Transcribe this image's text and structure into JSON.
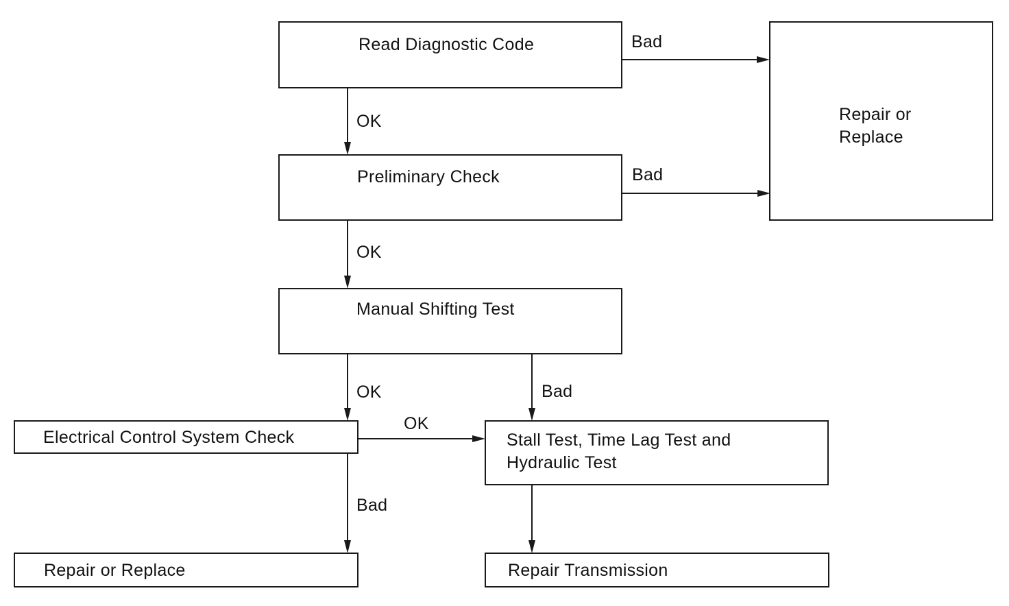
{
  "nodes": {
    "read_code": "Read Diagnostic Code",
    "repair_replace_top": "Repair or\nReplace",
    "preliminary": "Preliminary Check",
    "manual_shift": "Manual Shifting Test",
    "electrical": "Electrical Control System Check",
    "stall": "Stall Test, Time Lag Test and\nHydraulic Test",
    "repair_replace_bottom": "Repair or Replace",
    "repair_transmission": "Repair Transmission"
  },
  "edges": {
    "read_bad": "Bad",
    "read_ok": "OK",
    "prelim_bad": "Bad",
    "prelim_ok": "OK",
    "manual_ok": "OK",
    "manual_bad": "Bad",
    "elec_ok": "OK",
    "elec_bad": "Bad"
  }
}
